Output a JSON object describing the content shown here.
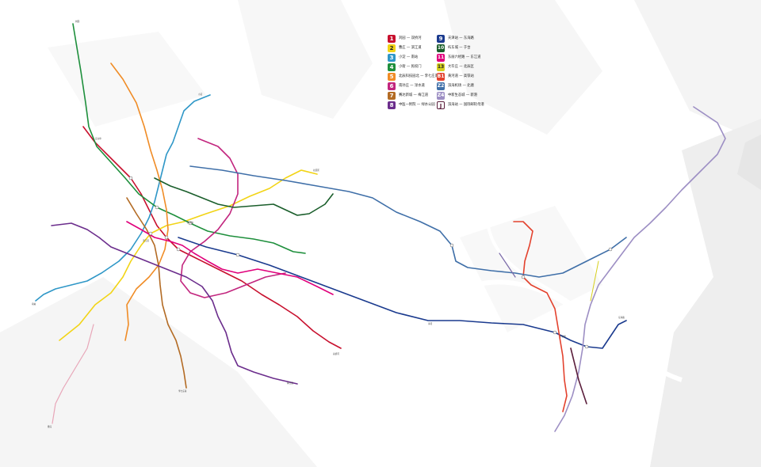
{
  "map": {
    "name": "",
    "background_color": "#ffffff",
    "land_color": "#f3f3f3",
    "river_color": "#ffffff"
  },
  "legend": [
    {
      "badge": "1",
      "color": "#c8102e",
      "label": "刘园 — 双桥河"
    },
    {
      "badge": "2",
      "color": "#f2d416",
      "label": "曹庄 — 滨江道"
    },
    {
      "badge": "3",
      "color": "#2f97c7",
      "label": "小淀 — 南站"
    },
    {
      "badge": "4",
      "color": "#1e8f3c",
      "label": "小街 — 民权门"
    },
    {
      "badge": "5",
      "color": "#f08c26",
      "label": "北辰科技园北 — 李七庄南"
    },
    {
      "badge": "6",
      "color": "#c2257e",
      "label": "南孙庄 — 渌水道"
    },
    {
      "badge": "7",
      "color": "#b36b24",
      "label": "赛达新城 — 梅江道"
    },
    {
      "badge": "8",
      "color": "#6b2d8c",
      "label": "中医一附院 — 绿水公园"
    },
    {
      "badge": "9",
      "color": "#1a3a8e",
      "label": "天津站 — 东海路"
    },
    {
      "badge": "10",
      "color": "#1a5e2b",
      "label": "屿东城 — 于台"
    },
    {
      "badge": "11",
      "color": "#e0007b",
      "label": "东丽六经路 — 东江道"
    },
    {
      "badge": "13",
      "color": "#d6cf1f",
      "label": "大毕庄 — 北辰区"
    },
    {
      "badge": "B1",
      "color": "#e3422e",
      "label": "黄河道 — 高铁站"
    },
    {
      "badge": "Z2",
      "color": "#3f6fa8",
      "label": "滨海机场 — 北塘"
    },
    {
      "badge": "Z4",
      "color": "#9d8fc4",
      "label": "中新生态城 — 新港"
    },
    {
      "badge": "J",
      "color": "#5b1f3c",
      "label": "滨海站 — 国际邮轮母港"
    }
  ],
  "stations": [
    "宜兴埠",
    "天津站",
    "南站",
    "于家堡",
    "海河",
    "东海路",
    "双桥河",
    "刘园",
    "小淀",
    "北辰区",
    "李七庄南",
    "梅江道",
    "滨江道",
    "曹庄"
  ]
}
